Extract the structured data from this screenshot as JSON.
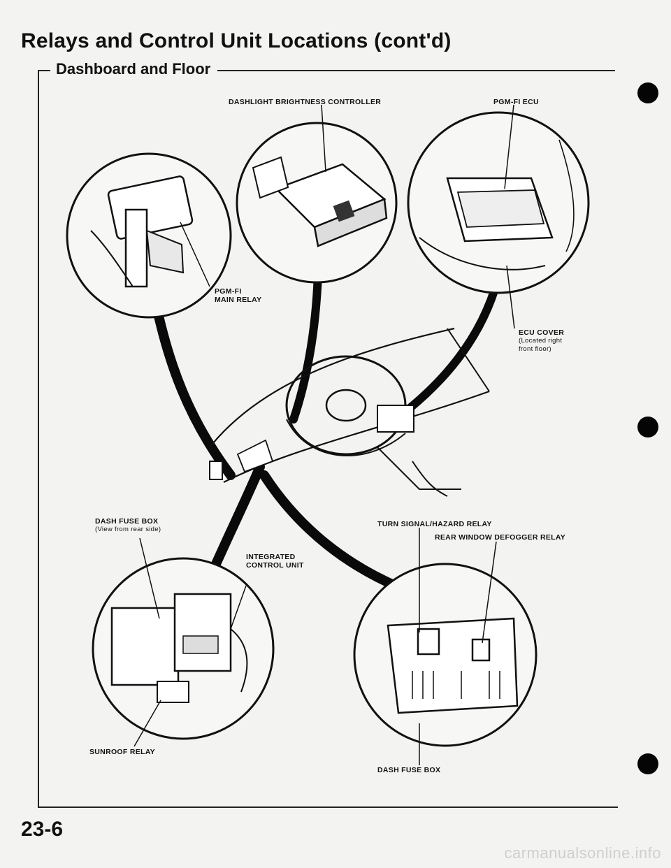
{
  "header": {
    "title": "Relays and Control Unit Locations (cont'd)",
    "section": "Dashboard and Floor"
  },
  "labels": {
    "dashlight_controller": "DASHLIGHT BRIGHTNESS CONTROLLER",
    "pgmfi_ecu": "PGM-FI ECU",
    "pgmfi_main_relay_line1": "PGM-FI",
    "pgmfi_main_relay_line2": "MAIN RELAY",
    "ecu_cover": "ECU COVER",
    "ecu_cover_note1": "(Located right",
    "ecu_cover_note2": "front floor)",
    "dash_fuse_box_rear": "DASH FUSE BOX",
    "dash_fuse_box_rear_note": "(View from rear side)",
    "integrated_control_unit_line1": "INTEGRATED",
    "integrated_control_unit_line2": "CONTROL UNIT",
    "turn_signal_relay": "TURN SIGNAL/HAZARD RELAY",
    "rear_window_defogger_relay": "REAR WINDOW DEFOGGER RELAY",
    "sunroof_relay": "SUNROOF RELAY",
    "dash_fuse_box": "DASH FUSE BOX"
  },
  "footer": {
    "page_number": "23-6",
    "watermark": "carmanualsonline.info"
  },
  "colors": {
    "ink": "#111111",
    "paper": "#f3f3f1",
    "watermark": "#cfcfcf"
  }
}
